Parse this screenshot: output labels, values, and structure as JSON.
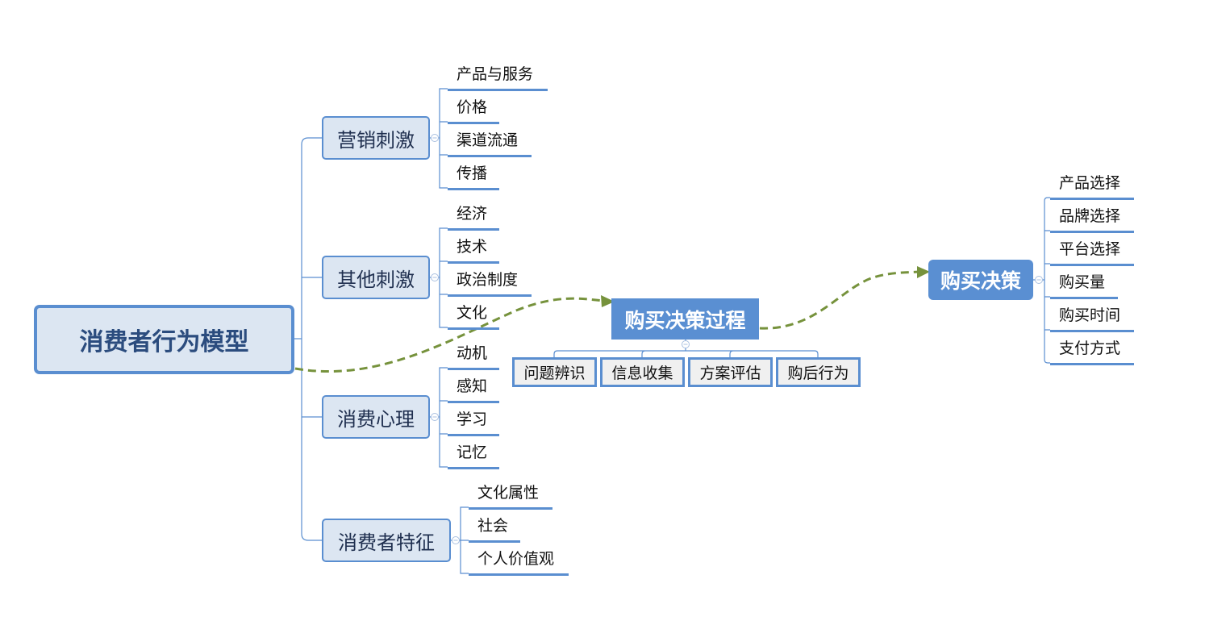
{
  "root": {
    "label": "消费者行为模型"
  },
  "branches": [
    {
      "label": "营销刺激",
      "children": [
        "产品与服务",
        "价格",
        "渠道流通",
        "传播"
      ]
    },
    {
      "label": "其他刺激",
      "children": [
        "经济",
        "技术",
        "政治制度",
        "文化"
      ]
    },
    {
      "label": "消费心理",
      "children": [
        "动机",
        "感知",
        "学习",
        "记忆"
      ]
    },
    {
      "label": "消费者特征",
      "children": [
        "文化属性",
        "社会",
        "个人价值观"
      ]
    }
  ],
  "process": {
    "label": "购买决策过程",
    "steps": [
      "问题辨识",
      "信息收集",
      "方案评估",
      "购后行为"
    ]
  },
  "decision": {
    "label": "购买决策",
    "children": [
      "产品选择",
      "品牌选择",
      "平台选择",
      "购买量",
      "购买时间",
      "支付方式"
    ]
  },
  "colors": {
    "accent": "#5A8ED0",
    "node_fill": "#DCE6F2",
    "arrow": "#76923C"
  }
}
